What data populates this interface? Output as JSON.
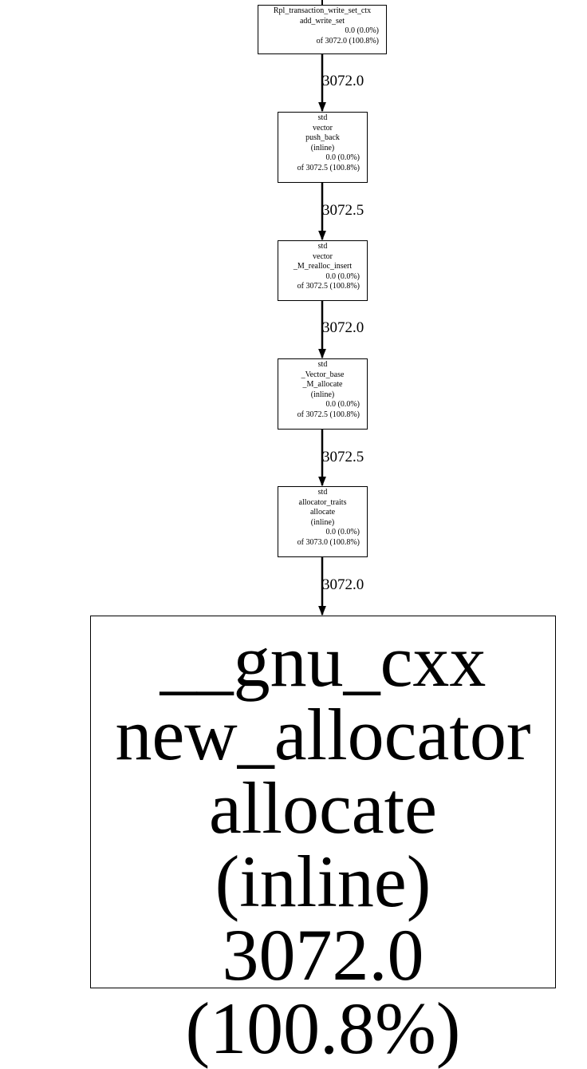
{
  "nodes": [
    {
      "id": "n1",
      "lines": [
        "Rpl_transaction_write_set_ctx",
        "add_write_set"
      ],
      "self": "0.0 (0.0%)",
      "total": "of 3072.0 (100.8%)"
    },
    {
      "id": "n2",
      "lines": [
        "std",
        "vector",
        "push_back",
        "(inline)"
      ],
      "self": "0.0 (0.0%)",
      "total": "of 3072.5 (100.8%)"
    },
    {
      "id": "n3",
      "lines": [
        "std",
        "vector",
        "_M_realloc_insert"
      ],
      "self": "0.0 (0.0%)",
      "total": "of 3072.5 (100.8%)"
    },
    {
      "id": "n4",
      "lines": [
        "std",
        "_Vector_base",
        "_M_allocate",
        "(inline)"
      ],
      "self": "0.0 (0.0%)",
      "total": "of 3072.5 (100.8%)"
    },
    {
      "id": "n5",
      "lines": [
        "std",
        "allocator_traits",
        "allocate",
        "(inline)"
      ],
      "self": "0.0 (0.0%)",
      "total": "of 3073.0 (100.8%)"
    },
    {
      "id": "n6",
      "lines": [
        "__gnu_cxx",
        "new_allocator",
        "allocate",
        "(inline)",
        "3072.0 (100.8%)"
      ]
    }
  ],
  "edges": [
    {
      "from": "n1",
      "to": "n2",
      "label": "3072.0"
    },
    {
      "from": "n2",
      "to": "n3",
      "label": "3072.5"
    },
    {
      "from": "n3",
      "to": "n4",
      "label": "3072.0"
    },
    {
      "from": "n4",
      "to": "n5",
      "label": "3072.5"
    },
    {
      "from": "n5",
      "to": "n6",
      "label": "3072.0"
    }
  ]
}
